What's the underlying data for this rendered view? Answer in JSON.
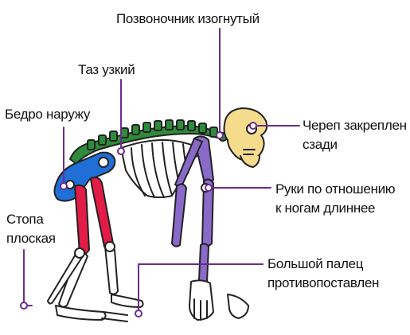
{
  "labels": {
    "spine": "Позвоночник изогнутый",
    "pelvis": "Таз узкий",
    "femur": "Бедро наружу",
    "skull": [
      "Череп закреплен",
      "сзади"
    ],
    "arms": [
      "Руки по отношению",
      "к ногам длиннее"
    ],
    "foot": [
      "Стопа",
      "плоская"
    ],
    "toe": [
      "Большой палец",
      "противопоставлен"
    ]
  },
  "colors": {
    "leader": "#6b2c8f",
    "bone_outline": "#222222",
    "bone_fill": "#ffffff",
    "skull": "#f4dc8c",
    "spine": "#2e8b3a",
    "pelvis": "#1f6fd6",
    "leg": "#e31b47",
    "arm": "#8a6ac8"
  }
}
